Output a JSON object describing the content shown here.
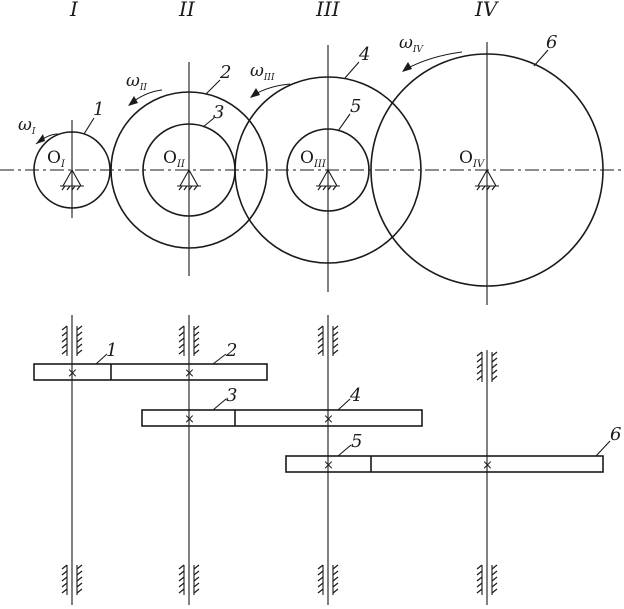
{
  "diagram": {
    "shaft_roman_labels": [
      "I",
      "II",
      "III",
      "IV"
    ],
    "wheel_numbers": [
      "1",
      "2",
      "3",
      "4",
      "5",
      "6"
    ],
    "center_labels": {
      "o1": {
        "main": "O",
        "sub": "I"
      },
      "o2": {
        "main": "O",
        "sub": "II"
      },
      "o3": {
        "main": "O",
        "sub": "III"
      },
      "o4": {
        "main": "O",
        "sub": "IV"
      }
    },
    "omega_labels": {
      "w1": {
        "main": "ω",
        "sub": "I"
      },
      "w2": {
        "main": "ω",
        "sub": "II"
      },
      "w3": {
        "main": "ω",
        "sub": "III"
      },
      "w4": {
        "main": "ω",
        "sub": "IV"
      }
    },
    "bottom_wheel_numbers": [
      "1",
      "2",
      "3",
      "4",
      "5",
      "6"
    ],
    "center_mark": "×"
  }
}
